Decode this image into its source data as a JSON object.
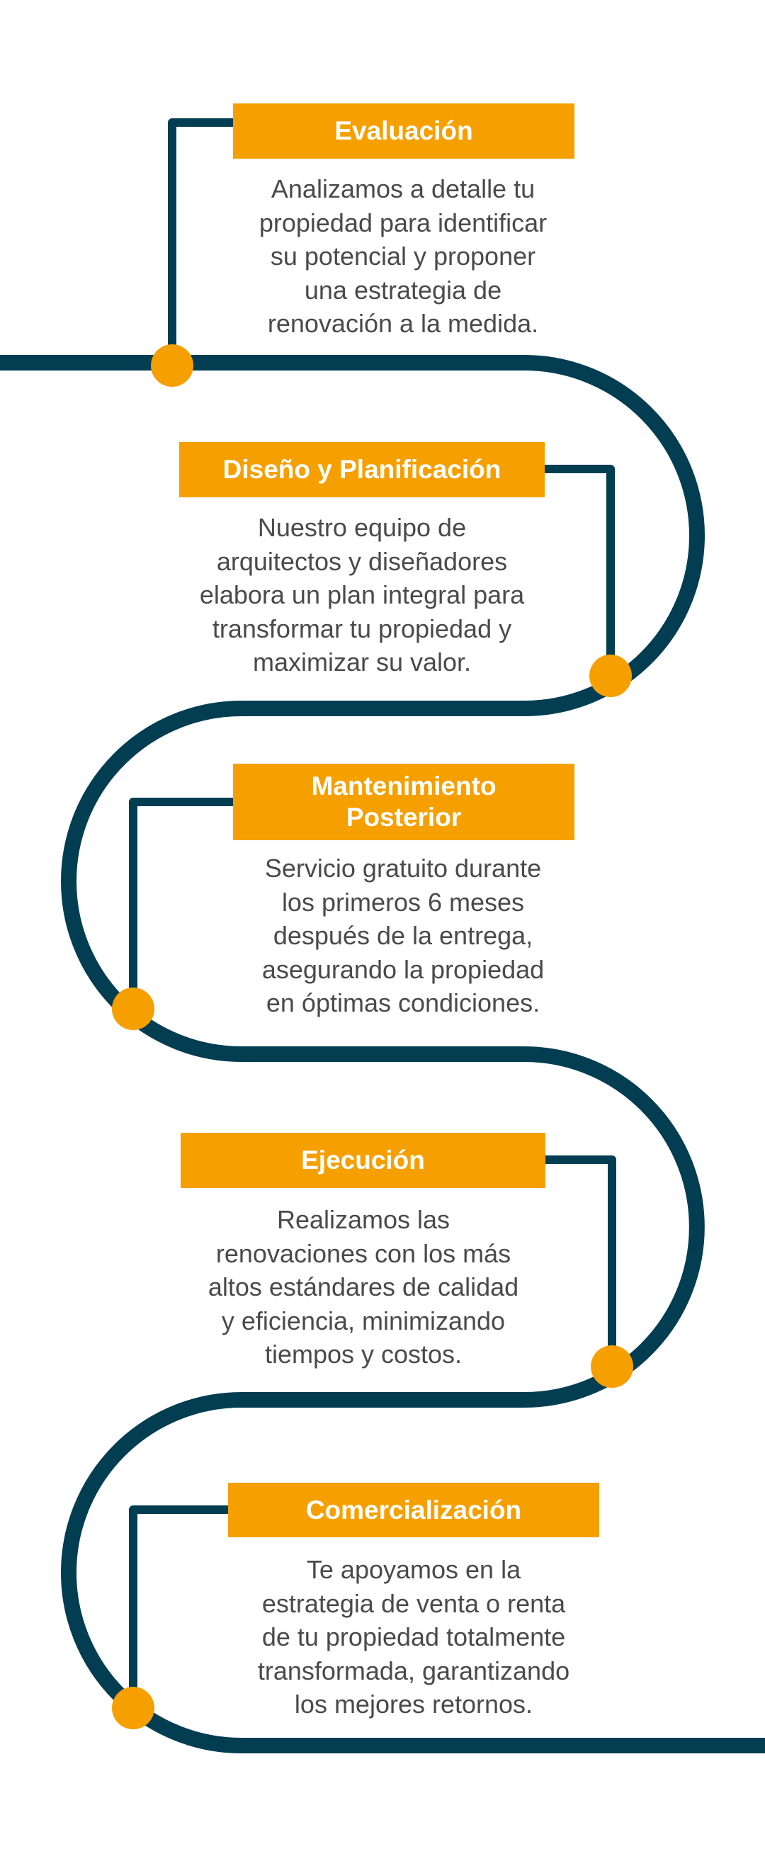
{
  "colors": {
    "accent": "#F5A000",
    "track": "#023D52",
    "text": "#4a4a4a"
  },
  "steps": [
    {
      "title": "Evaluación",
      "lines": [
        "Analizamos a detalle tu",
        "propiedad para identificar",
        "su potencial y proponer",
        "una estrategia de",
        "renovación a la medida."
      ]
    },
    {
      "title": "Diseño y Planificación",
      "lines": [
        "Nuestro equipo de",
        "arquitectos y diseñadores",
        "elabora un plan integral para",
        "transformar tu propiedad y",
        "maximizar su valor."
      ]
    },
    {
      "title_lines": [
        "Mantenimiento",
        "Posterior"
      ],
      "lines": [
        "Servicio gratuito durante",
        "los primeros 6 meses",
        "después de la entrega,",
        "asegurando la propiedad",
        "en óptimas condiciones."
      ]
    },
    {
      "title": "Ejecución",
      "lines": [
        "Realizamos las",
        "renovaciones con los más",
        "altos estándares de calidad",
        "y eficiencia, minimizando",
        "tiempos y costos."
      ]
    },
    {
      "title": "Comercialización",
      "lines": [
        "Te apoyamos en la",
        "estrategia de venta o renta",
        "de tu propiedad totalmente",
        "transformada, garantizando",
        "los mejores retornos."
      ]
    }
  ]
}
